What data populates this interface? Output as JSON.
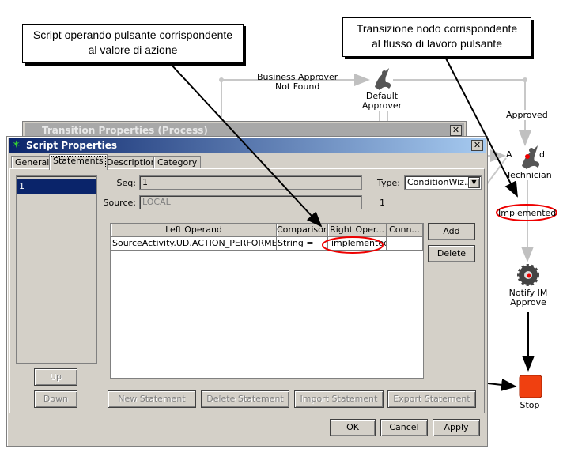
{
  "callouts": {
    "left": [
      "Script operando pulsante corrispondente",
      "al valore di azione"
    ],
    "right": [
      "Transizione nodo corrispondente",
      "al flusso di lavoro pulsante"
    ]
  },
  "workflow": {
    "edge_business": [
      "Business Approver",
      "Not Found"
    ],
    "default_approver": [
      "Default",
      "Approver"
    ],
    "edge_approved": "Approved",
    "technician_prefix": "A",
    "technician_suffix": "d",
    "technician": "Technician",
    "edge_implemented": "Implemented",
    "notify": [
      "Notify IM",
      "Approve"
    ],
    "stop": "Stop"
  },
  "transition_dialog": {
    "title": "Transition Properties (Process)"
  },
  "script_dialog": {
    "title": "Script Properties",
    "tabs": [
      "General",
      "Statements",
      "Description",
      "Category"
    ],
    "active_tab": "Statements",
    "list_items": [
      "1"
    ],
    "seq_label": "Seq:",
    "seq_value": "1",
    "source_label": "Source:",
    "source_value": "LOCAL",
    "type_label": "Type:",
    "type_value": "ConditionWiz...",
    "count": "1",
    "table": {
      "headers": [
        "Left Operand",
        "Comparison",
        "Right Oper...",
        "Conn..."
      ],
      "rows": [
        [
          "SourceActivity.UD.ACTION_PERFORMED",
          "String =",
          "implemented",
          ""
        ]
      ]
    },
    "add": "Add",
    "delete": "Delete",
    "up": "Up",
    "down": "Down",
    "new_statement": "New Statement",
    "delete_statement": "Delete Statement",
    "import_statement": "Import Statement",
    "export_statement": "Export Statement",
    "ok": "OK",
    "cancel": "Cancel",
    "apply": "Apply"
  },
  "colors": {
    "title_start": "#0a246a",
    "title_end": "#a6caf0",
    "highlight": "#e00000",
    "stop": "#f04010"
  }
}
